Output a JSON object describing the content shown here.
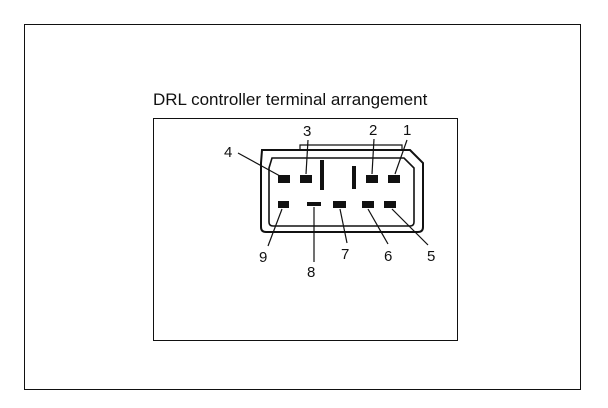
{
  "diagram": {
    "title": "DRL controller terminal arrangement",
    "terminals": [
      {
        "id": "1",
        "label": "1"
      },
      {
        "id": "2",
        "label": "2"
      },
      {
        "id": "3",
        "label": "3"
      },
      {
        "id": "4",
        "label": "4"
      },
      {
        "id": "5",
        "label": "5"
      },
      {
        "id": "6",
        "label": "6"
      },
      {
        "id": "7",
        "label": "7"
      },
      {
        "id": "8",
        "label": "8"
      },
      {
        "id": "9",
        "label": "9"
      }
    ]
  }
}
